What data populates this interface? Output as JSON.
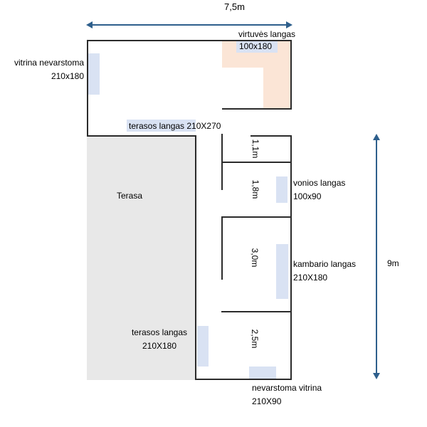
{
  "plan": {
    "total_width": "7,5m",
    "total_height": "9m",
    "kitchen_window_label": "virtuvės langas",
    "kitchen_window_size": "100x180",
    "vitrina_left_label": "vitrina nevarstoma",
    "vitrina_left_size": "210x180",
    "terrace_window_top_label": "terasos langas 210X270",
    "terrace_label": "Terasa",
    "depth_1": "1,1m",
    "depth_2": "1,8m",
    "depth_3": "3,0m",
    "depth_4": "2,5m",
    "bath_window_label": "vonios langas",
    "bath_window_size": "100x90",
    "room_window_label": "kambario langas",
    "room_window_size": "210X180",
    "terrace_window_bottom_label": "terasos langas",
    "terrace_window_bottom_size": "210X180",
    "vitrina_bottom_label": "nevarstoma vitrina",
    "vitrina_bottom_size": "210X90"
  },
  "colors": {
    "wall": "#2b2b2b",
    "window_highlight": "#d9e2f3",
    "kitchen_area": "#fbe5d6",
    "terrace": "#e8e8e8",
    "arrow": "#2e5f8c",
    "text": "#000000"
  }
}
